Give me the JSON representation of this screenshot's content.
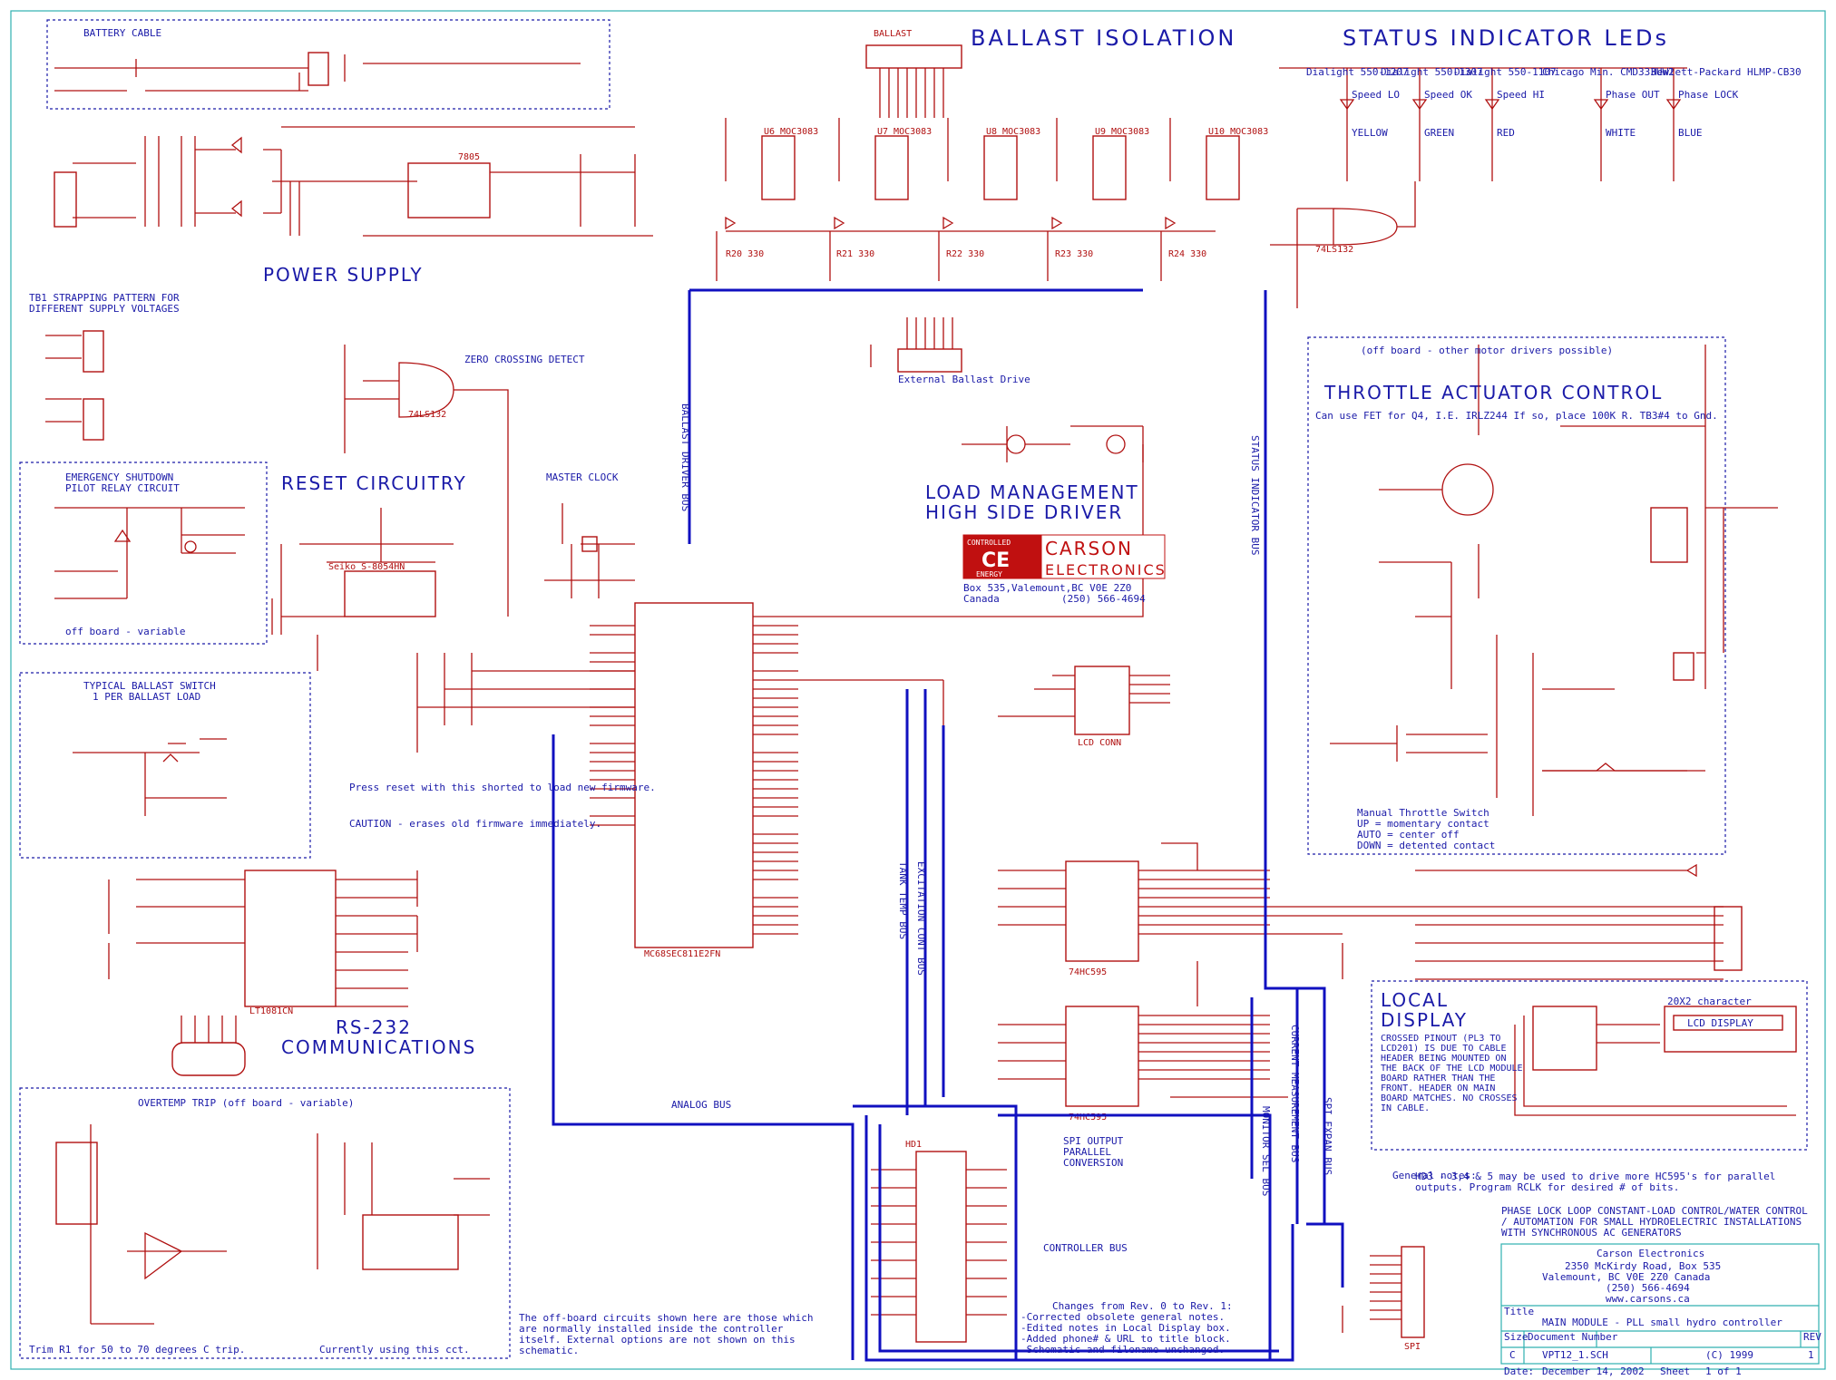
{
  "title_block": {
    "company": "Carson Electronics",
    "address1": "2350 McKirdy Road, Box 535",
    "address2": "Valemount, BC V0E 2Z0  Canada",
    "phone": "(250) 566-4694",
    "url": "www.carsons.ca",
    "title_label": "Title",
    "title": "MAIN MODULE - PLL small hydro controller",
    "size_label": "Size",
    "size": "C",
    "docnum_label": "Document Number",
    "docnum": "VPT12_1.SCH",
    "copyright": "(C) 1999",
    "rev_label": "REV",
    "rev": "1",
    "date_label": "Date:",
    "date": "December 14, 2002",
    "sheet_label": "Sheet",
    "sheet": "1 of 1"
  },
  "headline": "PHASE LOCK LOOP  CONSTANT-LOAD CONTROL/WATER CONTROL / AUTOMATION FOR SMALL HYDROELECTRIC INSTALLATIONS WITH SYNCHRONOUS AC GENERATORS",
  "sections": {
    "battery": "BATTERY CABLE",
    "ballast": "BALLAST ISOLATION",
    "status": "STATUS INDICATOR LEDs",
    "power": "POWER SUPPLY",
    "reset": "RESET CIRCUITRY",
    "load": "LOAD  MANAGEMENT",
    "load2": "HIGH SIDE DRIVER",
    "throttle": "THROTTLE ACTUATOR CONTROL",
    "rs232": "RS-232",
    "rs232b": "COMMUNICATIONS",
    "local": "LOCAL",
    "local2": "DISPLAY",
    "zero": "ZERO CROSSING DETECT",
    "mclock": "MASTER CLOCK",
    "overtemp": "OVERTEMP TRIP (off board - variable)",
    "emerg": "EMERGENCY  SHUTDOWN",
    "emerg2": "PILOT RELAY CIRCUIT",
    "ballast_sw": "TYPICAL BALLAST SWITCH",
    "ballast_sw2": "1 PER BALLAST LOAD",
    "tb1": "TB1 STRAPPING PATTERN FOR",
    "tb1b": "DIFFERENT SUPPLY VOLTAGES",
    "spi_out": "SPI OUTPUT",
    "spi_out2": "PARALLEL",
    "spi_out3": "CONVERSION",
    "controller_bus": "CONTROLLER BUS"
  },
  "logo": {
    "line1": "CONTROLLED",
    "ce": "CE",
    "line3": "ENERGY",
    "brand1": "CARSON",
    "brand2": "ELECTRONICS",
    "addr": "Box 535,Valemount,BC V0E 2Z0",
    "country": "Canada",
    "phone": "(250) 566-4694"
  },
  "notes": {
    "offboard": "The off-board circuits shown here are those which are normally installed inside the controller itself. External options are not shown on this schematic.",
    "changes_title": "Changes from Rev. 0 to Rev. 1:",
    "changes": [
      "-Corrected obsolete general notes.",
      "-Edited notes in Local Display box.",
      "-Added phone# & URL to title block.",
      "-Schematic and filename unchanged."
    ],
    "general_title": "General notes:",
    "general": "HD3 - 3,4 & 5 may be used to drive more HC595's for parallel outputs. Program RCLK for desired # of bits.",
    "pinout": "CROSSED PINOUT (PL3 TO LCD201) IS DUE TO CABLE HEADER BEING MOUNTED ON THE BACK OF THE LCD MODULE BOARD RATHER THAN THE FRONT. HEADER ON MAIN BOARD MATCHES. NO CROSSES IN CABLE.",
    "reset_note": "Press reset with this shorted to load new firmware.",
    "caution": "CAUTION - erases old firmware immediately.",
    "trim": "Trim R1 for 50 to 70 degrees C trip.",
    "currently": "Currently using this cct.",
    "throttle_fet": "Can use FET for Q4, I.E. IRLZ244 If so, place 100K R. TB3#4 to Gnd.",
    "manual": "Manual Throttle Switch",
    "manual_up": "UP = momentary contact",
    "manual_auto": "AUTO = center off",
    "manual_down": "DOWN = detented contact",
    "offboard_var": "off board - variable",
    "other_motor": "(off board - other motor drivers possible)"
  },
  "labels": {
    "u1": "MC68SEC811E2FN",
    "u2a": "74LS132",
    "u2b": "74LS132",
    "u3": "7805",
    "u4": "Seiko S-8054HN",
    "u5": "LT1081CN",
    "u11": "74HC595",
    "u12": "74HC595",
    "hd1": "HD1",
    "hd2": "LCD CONN",
    "hd3": "SPI",
    "hd4": "External Ballast Drive",
    "tb2": "BALLAST",
    "lcd": "LCD DISPLAY",
    "lcd201": "20X2 character",
    "led_names": [
      "Speed LO",
      "Speed OK",
      "Speed HI",
      "Phase OUT",
      "Phase LOCK"
    ],
    "led_colors": [
      "YELLOW",
      "GREEN",
      "RED",
      "WHITE",
      "BLUE"
    ],
    "led_parts": [
      "Dialight 550-1207",
      "Dialight 550-1307",
      "Dialight 550-1107",
      "Chicago Min. CMD333UW2",
      "Hewlett-Packard HLMP-CB30"
    ],
    "opto": [
      "U6 MOC3083",
      "U7 MOC3083",
      "U8 MOC3083",
      "U9 MOC3083",
      "U10 MOC3083"
    ],
    "opto_r": [
      "R20 330",
      "R21 330",
      "R22 330",
      "R23 330",
      "R24 330"
    ],
    "buses": [
      "BALLAST DRIVER BUS",
      "STATUS INDICATOR BUS",
      "TANK TEMP BUS",
      "EXCITATION CONT BUS",
      "MONITOR SEL BUS",
      "CURRENT MEASUREMENT BUS",
      "SPI EXPAN BUS",
      "ANALOG BUS"
    ]
  },
  "colors": {
    "wire": "#b01010",
    "text": "#1a1aa8",
    "bus": "#1010c0",
    "frame": "#30b0b0"
  }
}
